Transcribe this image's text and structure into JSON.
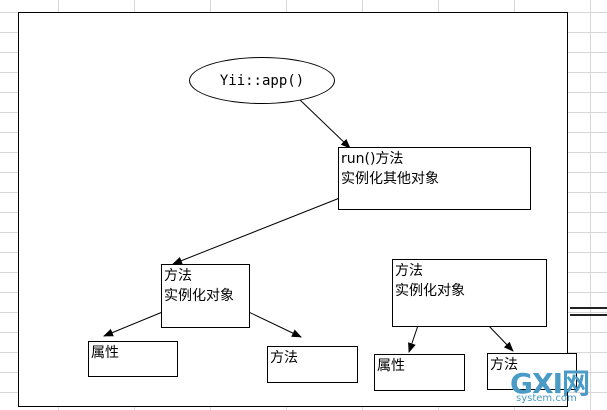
{
  "diagram": {
    "root": {
      "text": "Yii::app()"
    },
    "run_box": {
      "lines": [
        "run()方法",
        "实例化其他对象"
      ]
    },
    "left_box": {
      "lines": [
        "方法",
        "实例化对象"
      ]
    },
    "right_box": {
      "lines": [
        "方法",
        "实例化对象"
      ]
    },
    "leaves": {
      "left_attr": "属性",
      "left_method": "方法",
      "right_attr": "属性",
      "right_method": "方法"
    }
  },
  "watermark": {
    "logo": "GXI网",
    "site": "system.com"
  }
}
